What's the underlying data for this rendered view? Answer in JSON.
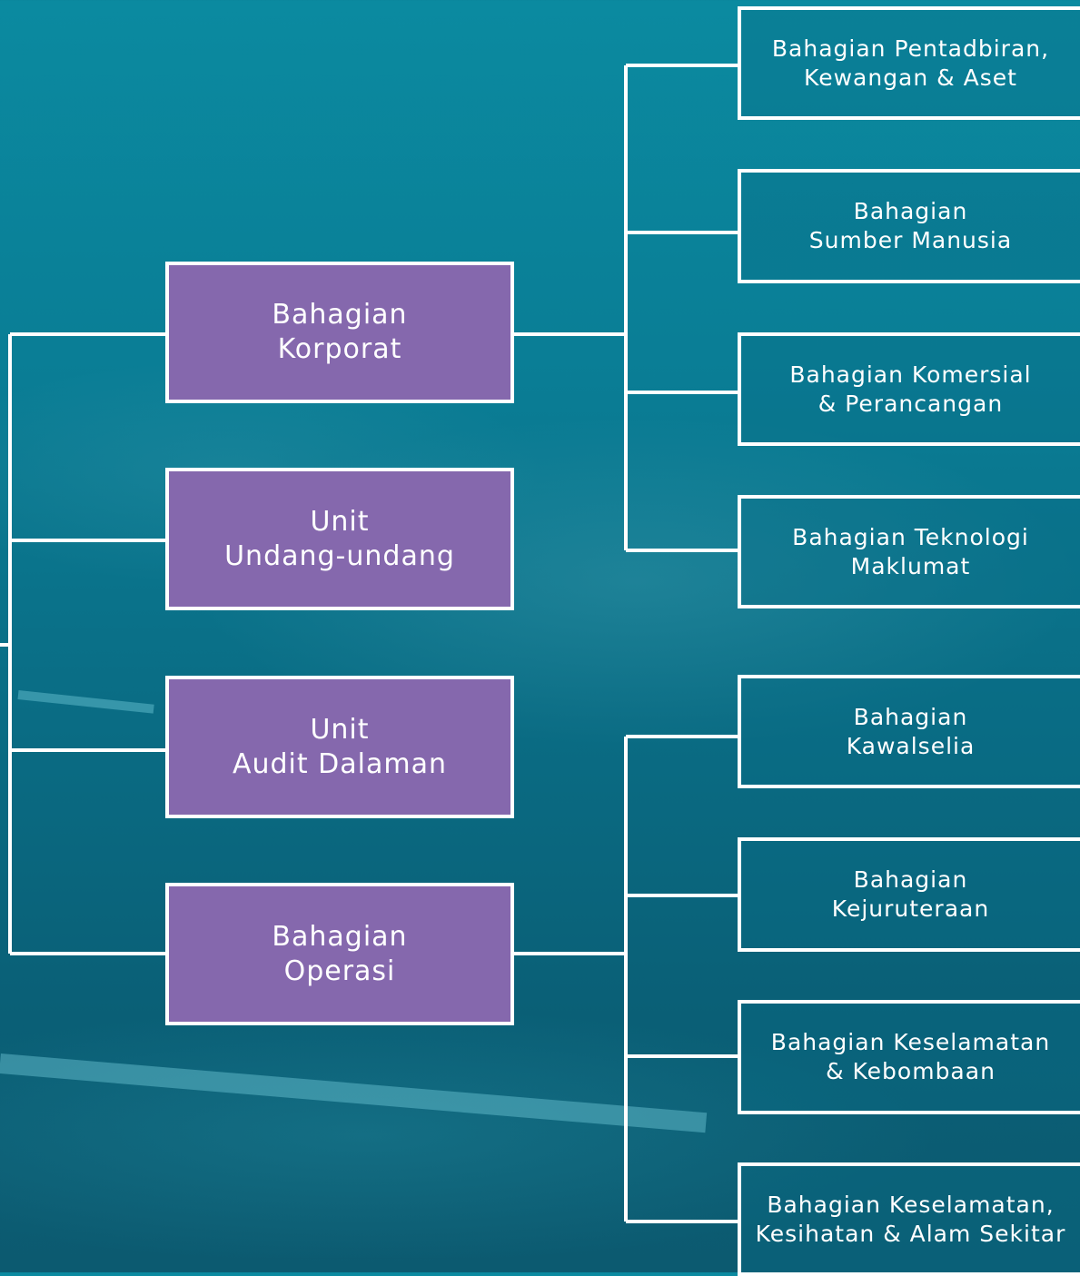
{
  "org_chart": {
    "middle_units": [
      {
        "line1": "Bahagian",
        "line2": "Korporat"
      },
      {
        "line1": "Unit",
        "line2": "Undang-undang"
      },
      {
        "line1": "Unit",
        "line2": "Audit Dalaman"
      },
      {
        "line1": "Bahagian",
        "line2": "Operasi"
      }
    ],
    "korporat_divisions": [
      {
        "line1": "Bahagian Pentadbiran,",
        "line2": "Kewangan & Aset"
      },
      {
        "line1": "Bahagian",
        "line2": "Sumber Manusia"
      },
      {
        "line1": "Bahagian Komersial",
        "line2": "& Perancangan"
      },
      {
        "line1": "Bahagian Teknologi",
        "line2": "Maklumat"
      }
    ],
    "operasi_divisions": [
      {
        "line1": "Bahagian",
        "line2": "Kawalselia"
      },
      {
        "line1": "Bahagian",
        "line2": "Kejuruteraan"
      },
      {
        "line1": "Bahagian Keselamatan",
        "line2": "& Kebombaan"
      },
      {
        "line1": "Bahagian Keselamatan,",
        "line2": "Kesihatan & Alam Sekitar"
      }
    ]
  },
  "colors": {
    "unit_box_fill": "#8568ad",
    "connector": "#ffffff",
    "background": "#0a7d95"
  }
}
